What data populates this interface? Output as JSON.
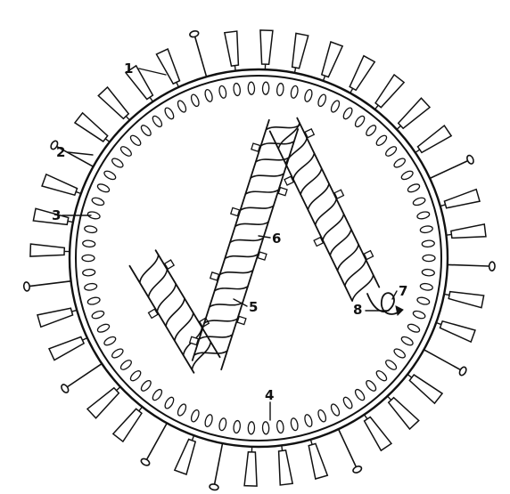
{
  "diagram": {
    "labels": [
      {
        "id": "label-1",
        "text": "1"
      },
      {
        "id": "label-2",
        "text": "2"
      },
      {
        "id": "label-3",
        "text": "3"
      },
      {
        "id": "label-4",
        "text": "4"
      },
      {
        "id": "label-5",
        "text": "5"
      },
      {
        "id": "label-6",
        "text": "6"
      },
      {
        "id": "label-7",
        "text": "7"
      },
      {
        "id": "label-8",
        "text": "8"
      }
    ]
  },
  "colors": {
    "ink": "#111111",
    "background": "#ffffff"
  }
}
